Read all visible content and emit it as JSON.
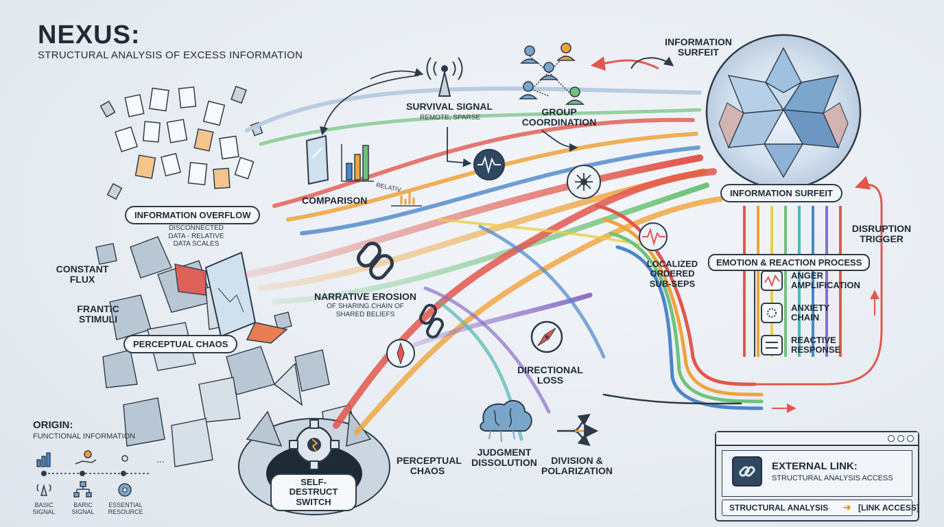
{
  "header": {
    "title": "NEXUS:",
    "subtitle": "STRUCTURAL ANALYSIS OF EXCESS INFORMATION"
  },
  "nodes": {
    "information_overflow": "INFORMATION OVERFLOW",
    "information_overflow_sub": "DISCONNECTED DATA - RELATIVE DATA SCALES",
    "constant_flux": "CONSTANT FLUX",
    "frantic_stimuli": "FRANTIC STIMULI",
    "perceptual_chaos_pill": "PERCEPTUAL CHAOS",
    "comparison": "COMPARISON",
    "relativ": "RELATIV",
    "survival_signal": "SURVIVAL SIGNAL",
    "survival_signal_sub": "REMOTE, SPARSE",
    "group_coordination": "GROUP COORDINATION",
    "information_surfeit_top": "INFORMATION SURFEIT",
    "information_surfeit_pill": "INFORMATION SURFEIT",
    "narrative_erosion": "NARRATIVE EROSION",
    "narrative_erosion_sub": "OF SHARING CHAIN OF SHARED BELIEFS",
    "localized_ordered": "LOCALIZED ORDERED SUB-SEPS",
    "directional_loss": "DIRECTIONAL LOSS",
    "judgment_dissolution": "JUDGMENT DISSOLUTION",
    "division_polarization": "DIVISION & POLARIZATION",
    "perceptual_chaos_lower": "PERCEPTUAL CHAOS",
    "self_destruct": "SELF-DESTRUCT SWITCH",
    "disruption_trigger": "DISRUPTION TRIGGER",
    "emotion_process": "EMOTION & REACTION PROCESS",
    "anger_amplification": "ANGER AMPLIFICATION",
    "anxiety_chain": "ANXIETY CHAIN",
    "reactive_response": "REACTIVE RESPONSE"
  },
  "origin": {
    "title": "ORIGIN:",
    "subtitle": "FUNCTIONAL INFORMATION",
    "items": [
      "BASIC SIGNAL",
      "BARIC SIGNAL",
      "ESSENTIAL RESOURCE"
    ]
  },
  "external_panel": {
    "title": "EXTERNAL LINK:",
    "subtitle": "STRUCTURAL ANALYSIS ACCESS",
    "bar_left": "STRUCTURAL ANALYSIS",
    "bar_right": "[LINK ACCESS]"
  },
  "colors": {
    "ink": "#2d3a48",
    "red": "#e2574c",
    "orange": "#f0a23a",
    "yellow": "#e9cf4a",
    "green": "#6fc27a",
    "teal": "#52b8b1",
    "blue": "#4b86c9",
    "purple": "#8b6fc7",
    "crystal": "#8fb4d6"
  },
  "icons": [
    "antenna-icon",
    "people-network-icon",
    "waveform-icon",
    "router-icon",
    "chain-link-icon",
    "compass-icon",
    "brain-icon",
    "split-arrows-icon",
    "gear-icon",
    "crystal-icon",
    "bar-chart-icon",
    "hierarchy-icon",
    "link-icon"
  ]
}
